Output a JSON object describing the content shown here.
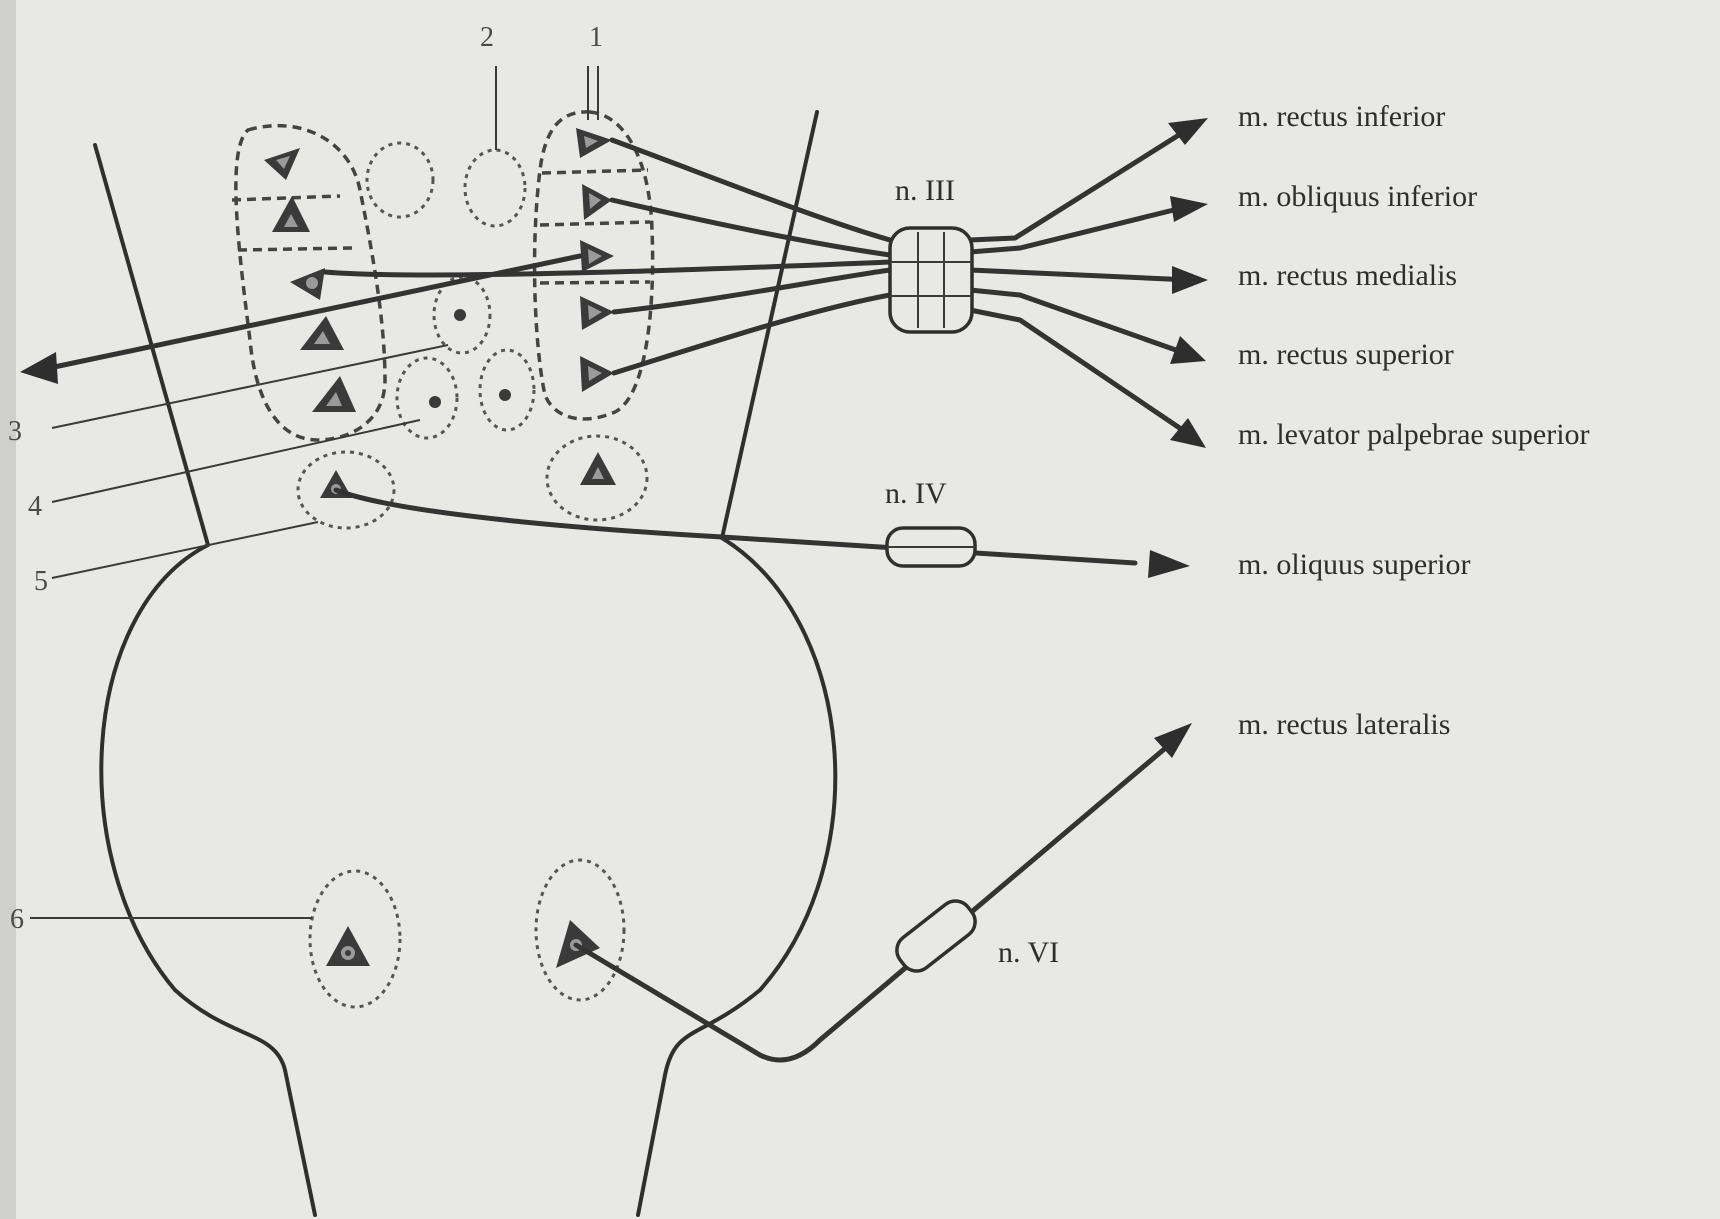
{
  "labels": {
    "numbers": [
      "1",
      "2",
      "3",
      "4",
      "5",
      "6"
    ],
    "nerves": {
      "n3": "n. III",
      "n4": "n. IV",
      "n6": "n. VI"
    },
    "muscles": [
      "m. rectus inferior",
      "m. obliquus inferior",
      "m. rectus medialis",
      "m. rectus superior",
      "m. levator palpebrae superior",
      "m. oliquus superior",
      "m. rectus lateralis"
    ]
  },
  "colors": {
    "background": "#e8e8e5",
    "ink": "#2f2f2f",
    "left_margin_band": "#cfcfcc"
  }
}
